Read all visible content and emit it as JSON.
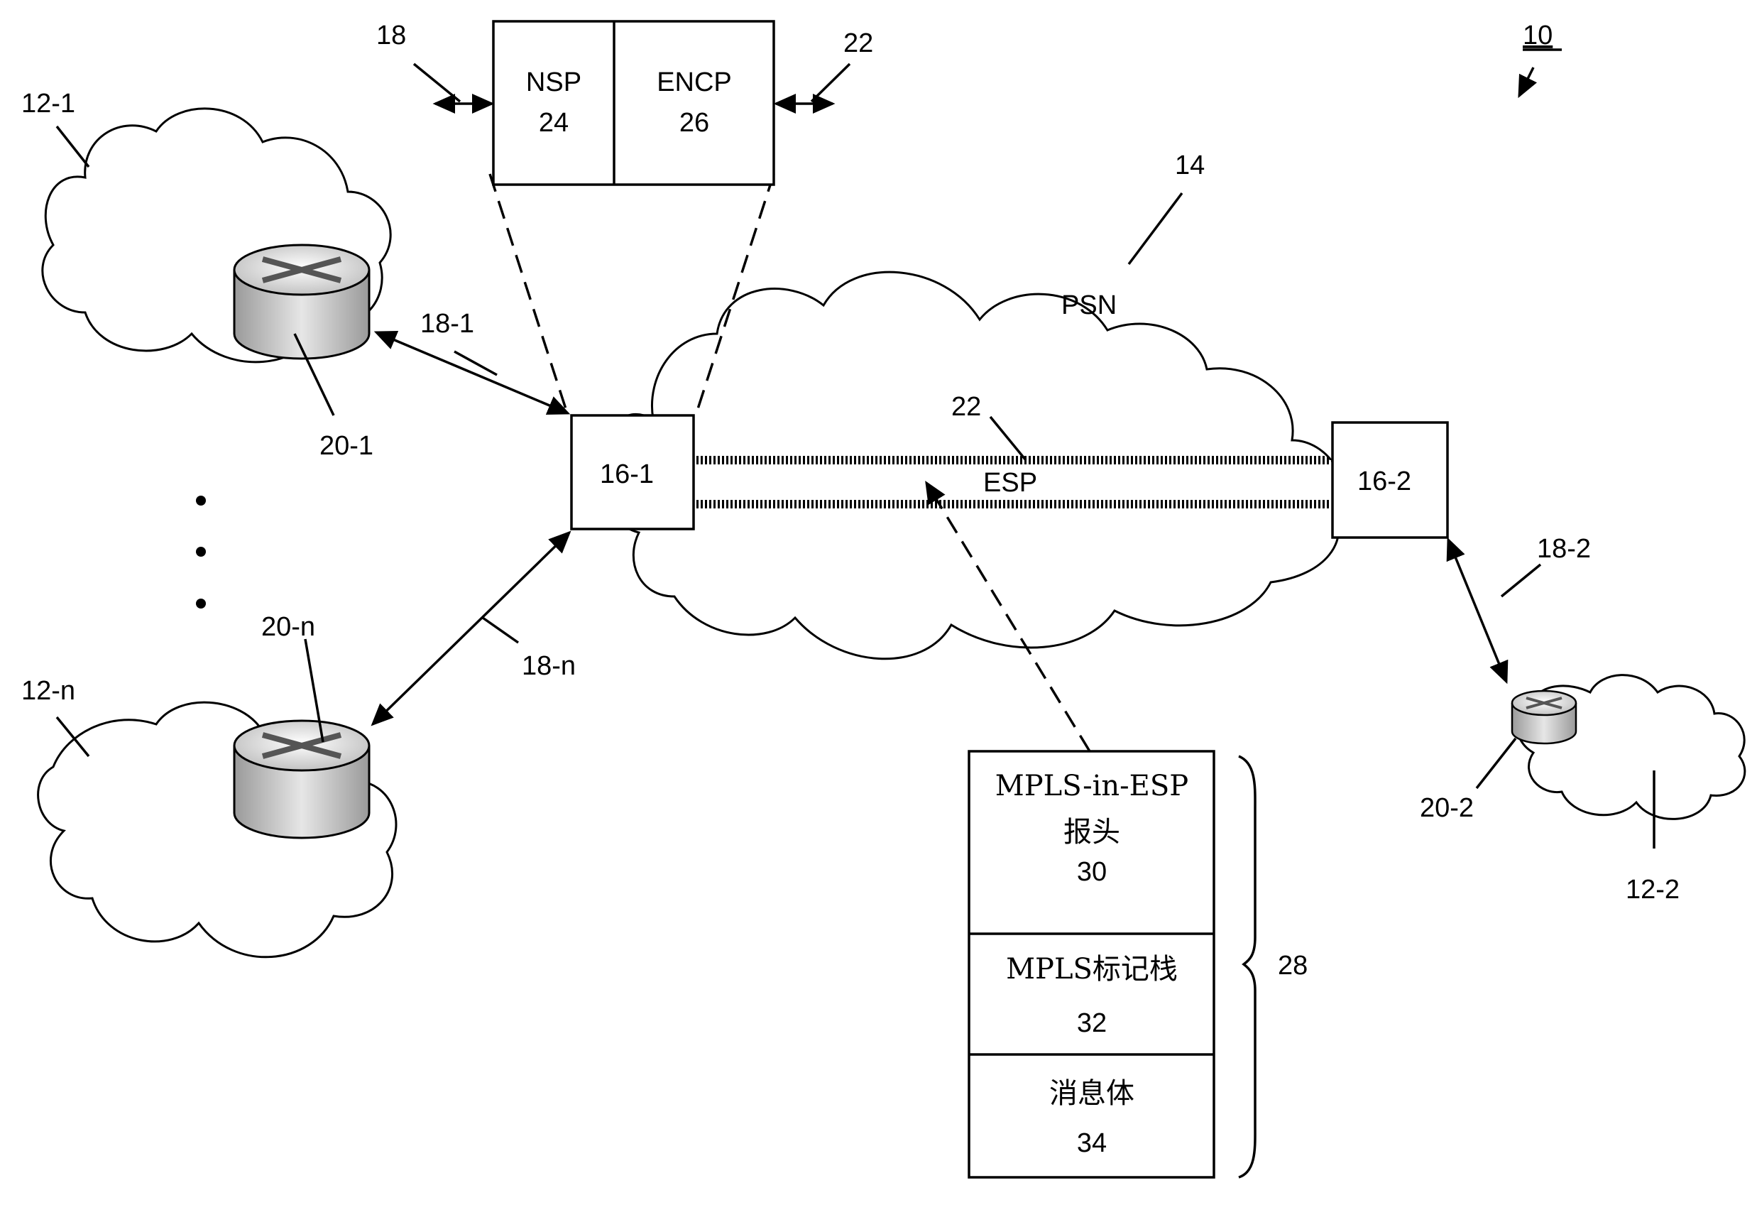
{
  "figure": {
    "ref": "10"
  },
  "networks": {
    "net_1": "12-1",
    "net_n": "12-n",
    "net_2": "12-2",
    "psn_ref": "14",
    "psn": "PSN"
  },
  "nodes": {
    "pe_1": "16-1",
    "pe_2": "16-2"
  },
  "routers": {
    "r_1": "20-1",
    "r_n": "20-n",
    "r_2": "20-2"
  },
  "links": {
    "l_1": "18-1",
    "l_n": "18-n",
    "l_2": "18-2"
  },
  "tunnel": {
    "ref": "22",
    "name": "ESP"
  },
  "pe_detail": {
    "nsp": "NSP",
    "nsp_ref": "24",
    "encp": "ENCP",
    "encp_ref": "26",
    "left_ref": "18",
    "right_ref": "22"
  },
  "packet": {
    "ref": "28",
    "header_line1": "MPLS-in-ESP",
    "header_line2": "报头",
    "header_ref": "30",
    "label_stack": "MPLS标记栈",
    "label_stack_ref": "32",
    "body": "消息体",
    "body_ref": "34"
  },
  "ellipsis": "• • •"
}
